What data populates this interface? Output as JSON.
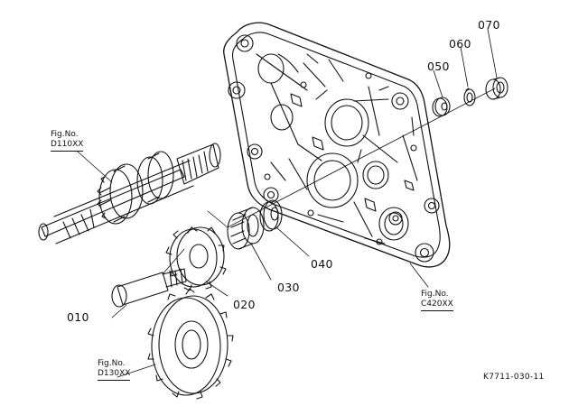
{
  "callouts": {
    "p010": "010",
    "p020": "020",
    "p030": "030",
    "p040": "040",
    "p050": "050",
    "p060": "060",
    "p070": "070"
  },
  "fig_refs": {
    "d110": {
      "line1": "Fig.No.",
      "line2": "D110XX"
    },
    "d130": {
      "line1": "Fig.No.",
      "line2": "D130XX"
    },
    "c420": {
      "line1": "Fig.No.",
      "line2": "C420XX"
    }
  },
  "drawing_code": "K7711-030-11",
  "colors": {
    "ink": "#111111",
    "paper": "#ffffff"
  }
}
